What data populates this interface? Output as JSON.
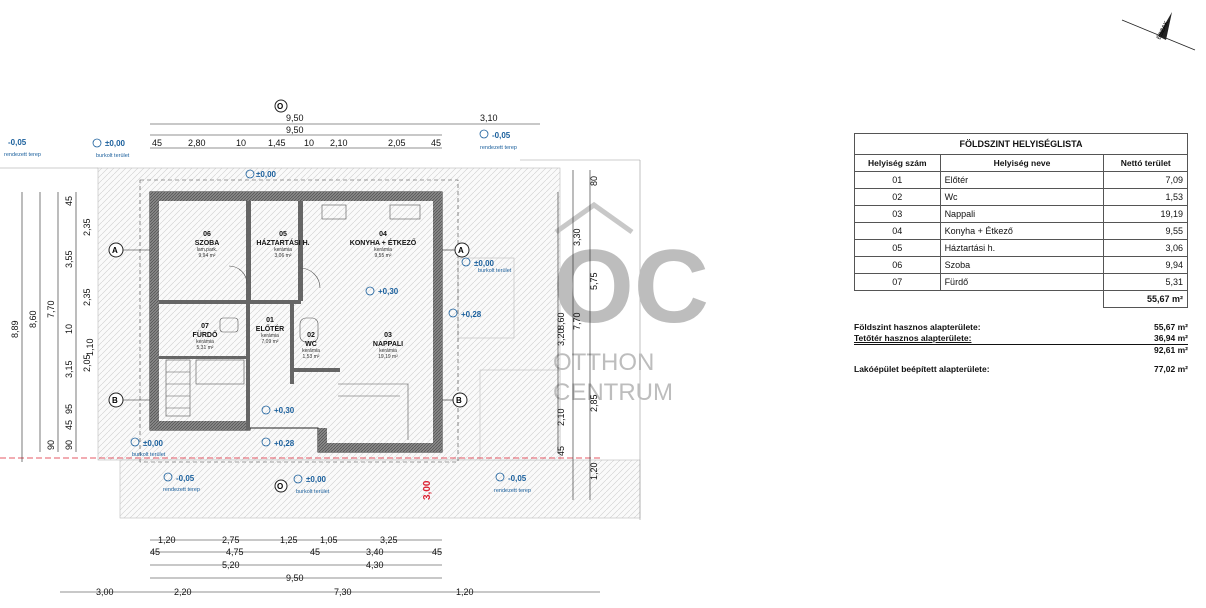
{
  "room_table": {
    "title": "FÖLDSZINT  HELYISÉGLISTA",
    "headers": [
      "Helyiség szám",
      "Helyiség neve",
      "Nettó terület"
    ],
    "rows": [
      {
        "num": "01",
        "name": "Előtér",
        "area": "7,09"
      },
      {
        "num": "02",
        "name": "Wc",
        "area": "1,53"
      },
      {
        "num": "03",
        "name": "Nappali",
        "area": "19,19"
      },
      {
        "num": "04",
        "name": "Konyha + Étkező",
        "area": "9,55"
      },
      {
        "num": "05",
        "name": "Háztartási h.",
        "area": "3,06"
      },
      {
        "num": "06",
        "name": "Szoba",
        "area": "9,94"
      },
      {
        "num": "07",
        "name": "Fürdő",
        "area": "5,31"
      }
    ],
    "total": "55,67 m²"
  },
  "summary": {
    "ground_label": "Földszint hasznos alapterülete:",
    "ground_value": "55,67 m²",
    "attic_label": "Tetőtér hasznos alapterülete:",
    "attic_value": "36,94 m²",
    "sum_value": "92,61 m²",
    "built_label": "Lakóépület beépített alapterülete:",
    "built_value": "77,02 m²"
  },
  "rooms": [
    {
      "num": "06",
      "name": "SZOBA",
      "finish": "lam.park.",
      "area": "9,94 m²"
    },
    {
      "num": "05",
      "name": "HÁZTARTÁSI H.",
      "finish": "kerámia",
      "area": "3,06 m²"
    },
    {
      "num": "04",
      "name": "KONYHA + ÉTKEZŐ",
      "finish": "kerámia",
      "area": "9,55 m²"
    },
    {
      "num": "07",
      "name": "FÜRDŐ",
      "finish": "kerámia",
      "area": "5,31 m²"
    },
    {
      "num": "01",
      "name": "ELŐTÉR",
      "finish": "kerámia",
      "area": "7,09 m²"
    },
    {
      "num": "02",
      "name": "WC",
      "finish": "kerámia",
      "area": "1,53 m²"
    },
    {
      "num": "03",
      "name": "NAPPALI",
      "finish": "kerámia",
      "area": "19,19 m²"
    }
  ],
  "levels": [
    {
      "value": "-0,05",
      "note": "rendezett terep"
    },
    {
      "value": "±0,00",
      "note": "burkolt terület"
    },
    {
      "value": "-0,05",
      "note": "rendezett terep"
    },
    {
      "value": "±0,00",
      "note": ""
    },
    {
      "value": "±0,00",
      "note": "burkolt terület"
    },
    {
      "value": "+0,30",
      "note": ""
    },
    {
      "value": "+0,28",
      "note": ""
    },
    {
      "value": "+0,30",
      "note": ""
    },
    {
      "value": "+0,28",
      "note": ""
    },
    {
      "value": "±0,00",
      "note": "burkolt terület"
    },
    {
      "value": "-0,05",
      "note": "rendezett terep"
    },
    {
      "value": "±0,00",
      "note": "burkolt terület"
    },
    {
      "value": "-0,05",
      "note": "rendezett terep"
    }
  ],
  "dims_top": {
    "row1": [
      "9,50",
      "3,10"
    ],
    "row2": [
      "9,50"
    ],
    "row3": [
      "45",
      "2,80",
      "10",
      "1,45",
      "10",
      "2,10",
      "2,05",
      "45"
    ]
  },
  "dims_bottom": {
    "row1": [
      "1,20",
      "2,75",
      "1,25",
      "1,05",
      "3,25"
    ],
    "row2": [
      "45",
      "4,75",
      "45",
      "3,40",
      "45"
    ],
    "row3": [
      "5,20",
      "4,30"
    ],
    "row4": [
      "9,50"
    ],
    "row5": [
      "3,00",
      "2,20",
      "7,30",
      "1,20"
    ]
  },
  "dims_left": {
    "outer": "8,89",
    "mid": "8,60",
    "inner": "7,70",
    "a": "3,55",
    "b": "3,15",
    "c": "2,35",
    "d": "2,35",
    "e": "2,05",
    "f": "45",
    "g": "10",
    "h": "90",
    "i": "45",
    "j": "90",
    "k": "95",
    "l": "1,10"
  },
  "dims_right": {
    "a": "80",
    "b": "3,30",
    "c": "5,75",
    "d": "8,60",
    "e": "7,70",
    "f": "3,20",
    "g": "2,85",
    "h": "2,10",
    "i": "45",
    "j": "1,20"
  },
  "section_marks": [
    "A",
    "A",
    "B",
    "B"
  ],
  "axis_mark": "O",
  "red_mark": "3,00",
  "watermark": {
    "logo": "OC",
    "line1": "OTTHON",
    "line2": "CENTRUM"
  },
  "north": "ÉSZAK"
}
